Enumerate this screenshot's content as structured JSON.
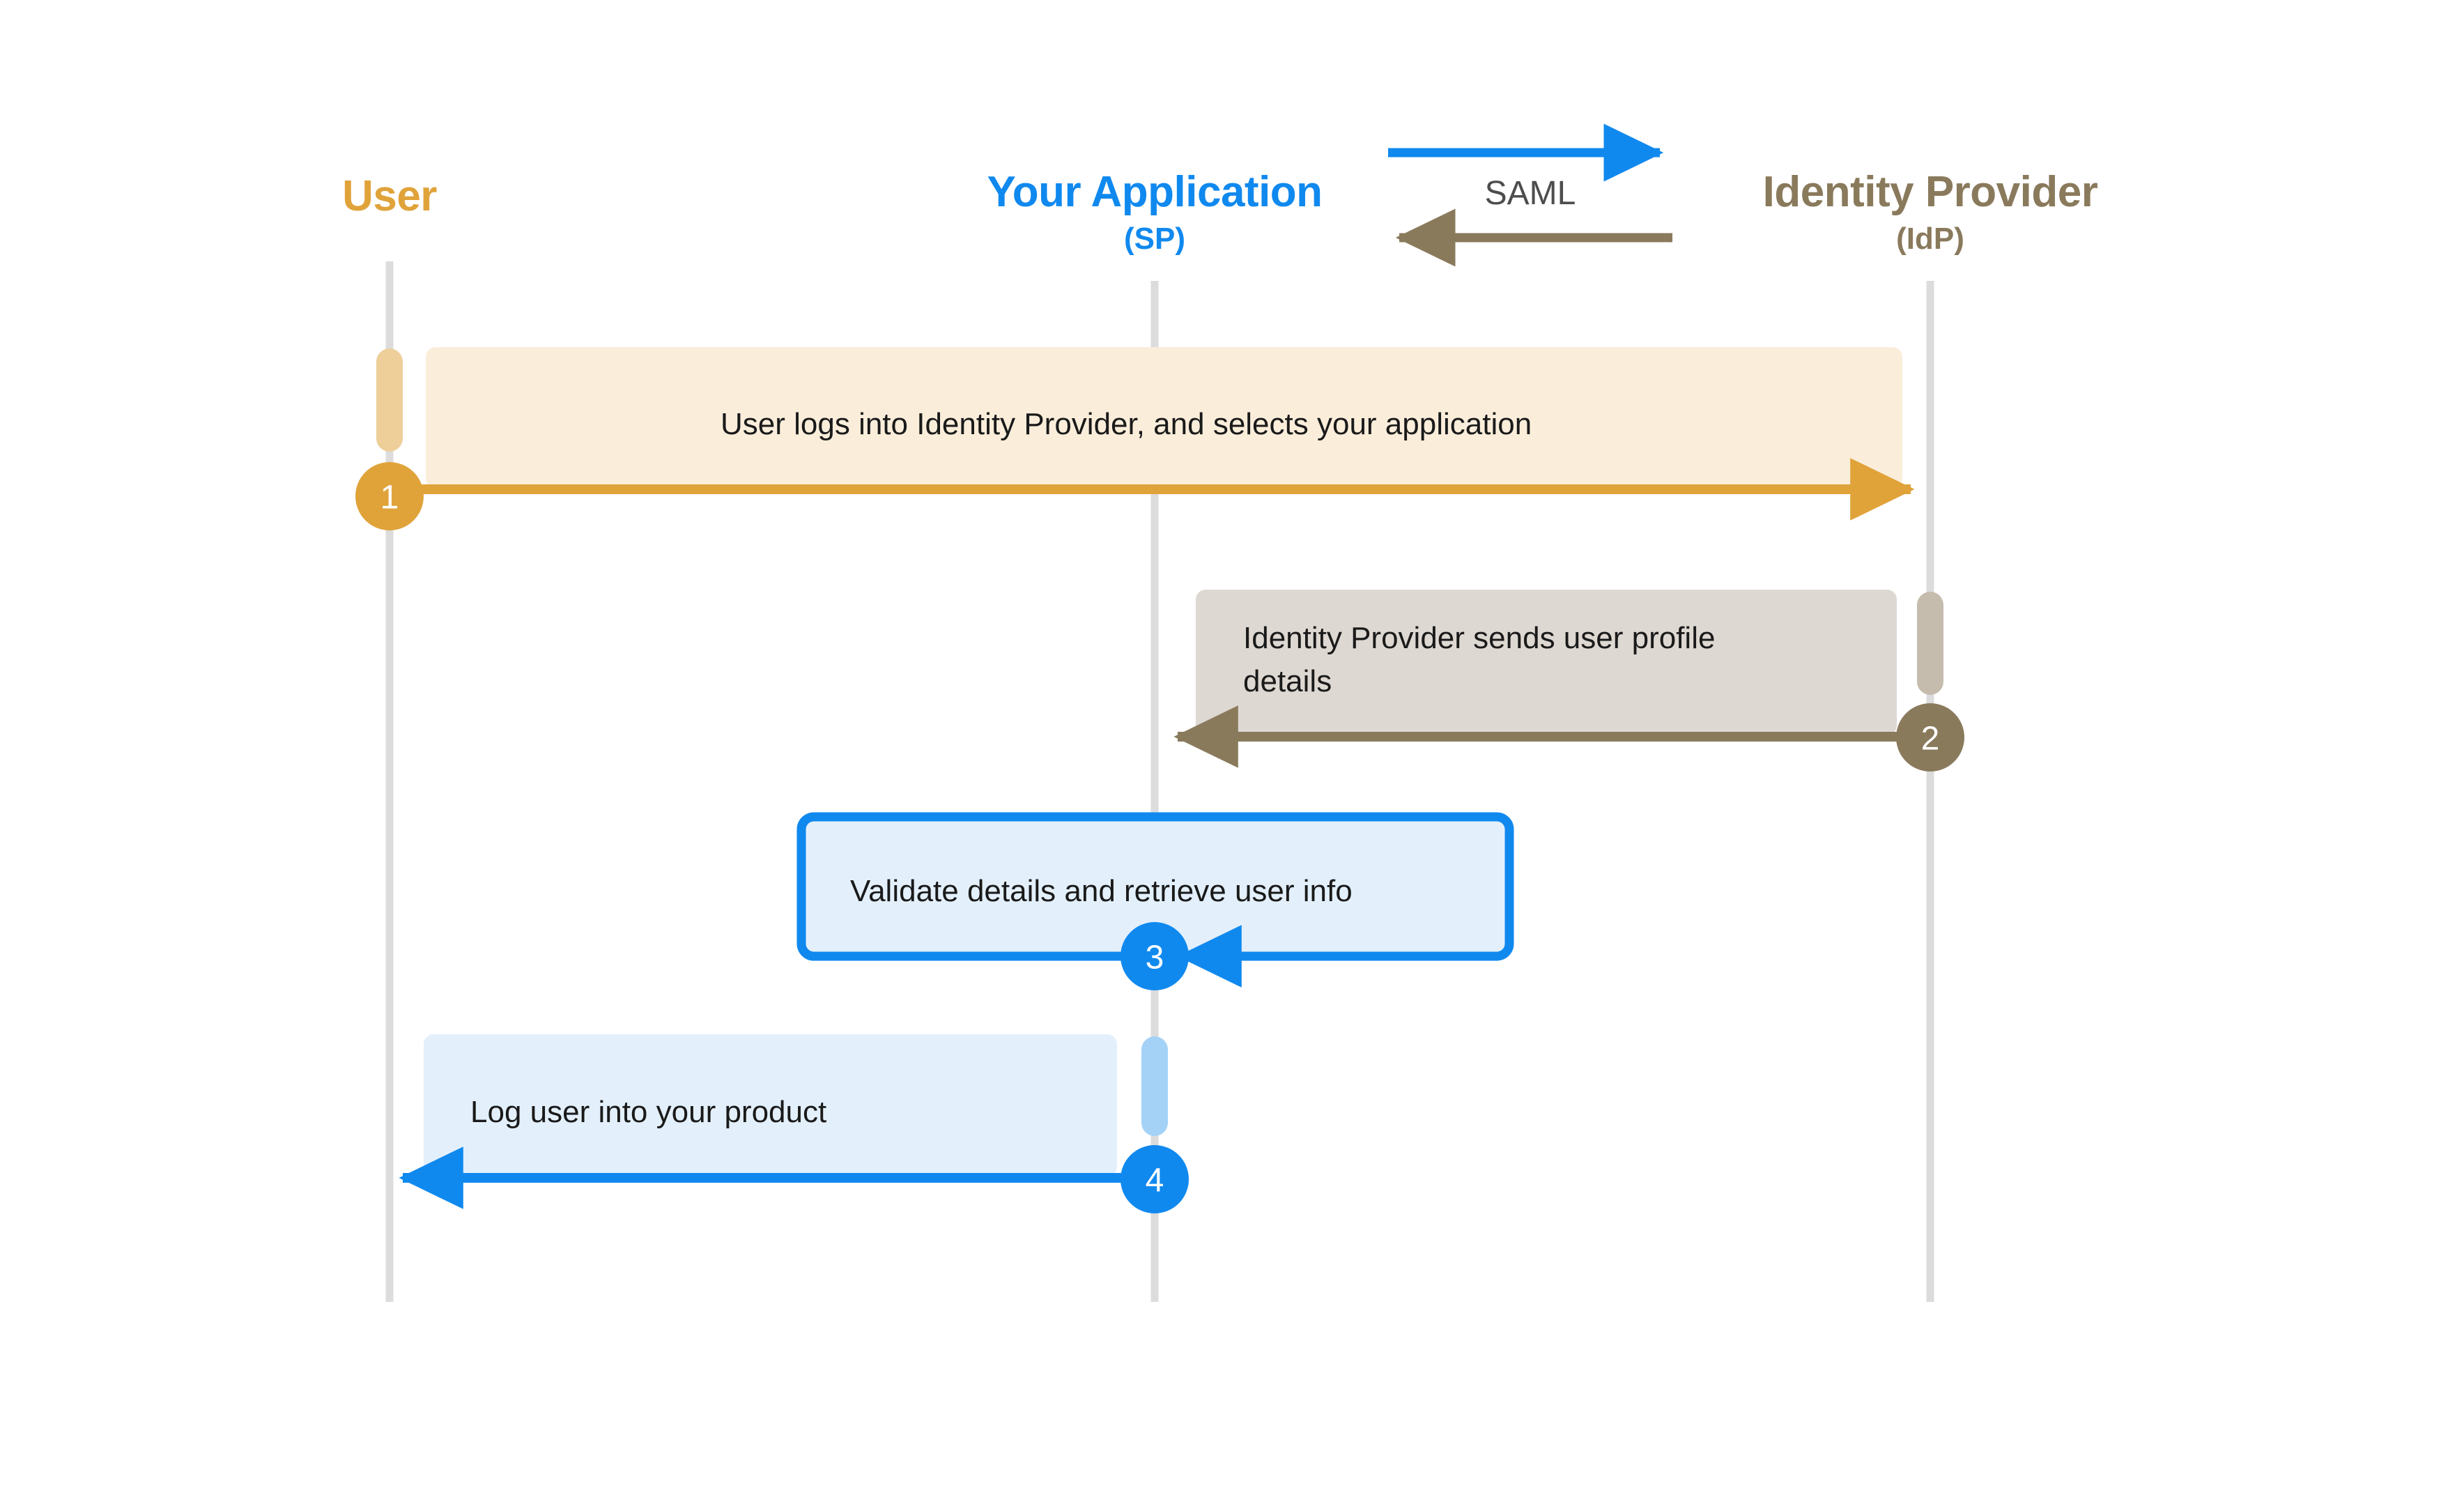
{
  "diagram": {
    "title": "SAML authentication sequence diagram",
    "protocol_label": "SAML",
    "background": "#ffffff"
  },
  "colors": {
    "user": "#e0a33a",
    "user_band": "#faeedb",
    "user_activation": "#eecf9a",
    "app": "#1089ef",
    "app_band": "#e3f0fc",
    "app_activation": "#a4d2f7",
    "idp": "#8a7a5c",
    "idp_band": "#ded8d2",
    "idp_activation": "#c5bcae",
    "lifeline": "#dcdcdc",
    "text": "#1a1a1a",
    "saml_text": "#4d4d4d"
  },
  "participants": [
    {
      "id": "user",
      "title": "User",
      "subtitle": "",
      "color": "#e0a33a"
    },
    {
      "id": "app",
      "title": "Your Application",
      "subtitle": "(SP)",
      "color": "#1089ef"
    },
    {
      "id": "idp",
      "title": "Identity Provider",
      "subtitle": "(IdP)",
      "color": "#8a7a5c"
    }
  ],
  "steps": [
    {
      "number": "1",
      "text": "User logs into Identity Provider, and selects your application",
      "from": "user",
      "to": "idp",
      "direction": "right",
      "color": "#e0a33a"
    },
    {
      "number": "2",
      "text": "Identity Provider sends user profile\ndetails",
      "from": "idp",
      "to": "app",
      "direction": "left",
      "color": "#8a7a5c"
    },
    {
      "number": "3",
      "text": "Validate details and retrieve user info",
      "from": "app",
      "to": "app",
      "direction": "self",
      "color": "#1089ef"
    },
    {
      "number": "4",
      "text": "Log user into your product",
      "from": "app",
      "to": "user",
      "direction": "left",
      "color": "#1089ef"
    }
  ]
}
